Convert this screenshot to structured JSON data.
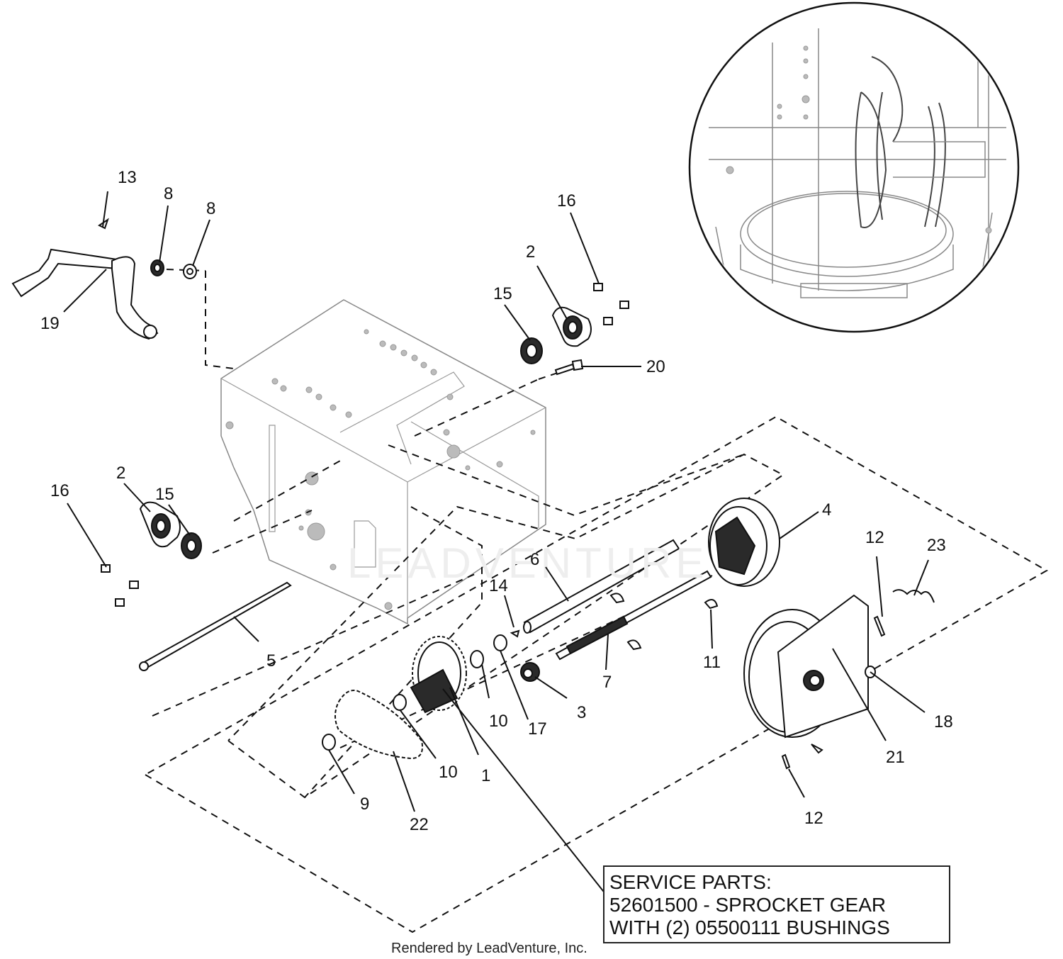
{
  "callouts": [
    {
      "id": "c13",
      "text": "13"
    },
    {
      "id": "c8a",
      "text": "8"
    },
    {
      "id": "c8b",
      "text": "8"
    },
    {
      "id": "c19",
      "text": "19"
    },
    {
      "id": "c16a",
      "text": "16"
    },
    {
      "id": "c2a",
      "text": "2"
    },
    {
      "id": "c15a",
      "text": "15"
    },
    {
      "id": "c20",
      "text": "20"
    },
    {
      "id": "c16b",
      "text": "16"
    },
    {
      "id": "c2b",
      "text": "2"
    },
    {
      "id": "c15b",
      "text": "15"
    },
    {
      "id": "c4",
      "text": "4"
    },
    {
      "id": "c12a",
      "text": "12"
    },
    {
      "id": "c23",
      "text": "23"
    },
    {
      "id": "c6",
      "text": "6"
    },
    {
      "id": "c14",
      "text": "14"
    },
    {
      "id": "c5",
      "text": "5"
    },
    {
      "id": "c11",
      "text": "11"
    },
    {
      "id": "c7",
      "text": "7"
    },
    {
      "id": "c3",
      "text": "3"
    },
    {
      "id": "c10a",
      "text": "10"
    },
    {
      "id": "c17",
      "text": "17"
    },
    {
      "id": "c18",
      "text": "18"
    },
    {
      "id": "c10b",
      "text": "10"
    },
    {
      "id": "c1",
      "text": "1"
    },
    {
      "id": "c21",
      "text": "21"
    },
    {
      "id": "c9",
      "text": "9"
    },
    {
      "id": "c22",
      "text": "22"
    },
    {
      "id": "c12b",
      "text": "12"
    }
  ],
  "service_note": {
    "line1": "SERVICE PARTS:",
    "line2": "52601500 - SPROCKET GEAR",
    "line3": "WITH (2) 05500111 BUSHINGS"
  },
  "watermark": "LEADVENTURE",
  "footer": "Rendered by LeadVenture, Inc."
}
